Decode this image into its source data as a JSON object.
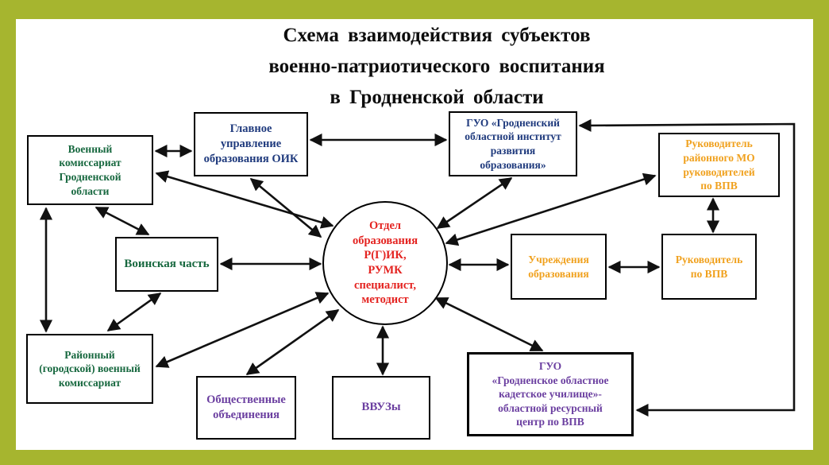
{
  "title": {
    "text": "Схема взаимодействия субъектов\nвоенно-патриотического воспитания\nв Гродненской области"
  },
  "colors": {
    "frame_green": "#a6b52f",
    "background": "#ffffff",
    "box_border": "#000000",
    "arrow": "#111111",
    "green_text": "#17683f",
    "blue_text": "#1f3a7d",
    "orange_text": "#f0a11e",
    "red_text": "#e42320",
    "purple_text": "#6b3fa0"
  },
  "nodes": {
    "military_commissariat_region": {
      "label": "Военный\nкомиссариат\nГродненской\nобласти",
      "color": "#17683f"
    },
    "main_education_dept": {
      "label": "Главное\nуправление\nобразования ОИК",
      "color": "#1f3a7d"
    },
    "institute": {
      "label": "ГУО «Гродненский\nобластной институт\nразвития\nобразования»",
      "color": "#1f3a7d"
    },
    "district_mo_head": {
      "label": "Руководитель\nрайонного МО\nруководителей\nпо ВПВ",
      "color": "#f0a11e"
    },
    "military_unit": {
      "label": "Воинская часть",
      "color": "#17683f"
    },
    "center": {
      "label": "Отдел\nобразования\nР(Г)ИК,\nРУМК\nспециалист,\nметодист",
      "color": "#e42320"
    },
    "education_institutions": {
      "label": "Учреждения\nобразования",
      "color": "#f0a11e"
    },
    "vpv_head": {
      "label": "Руководитель\nпо ВПВ",
      "color": "#f0a11e"
    },
    "district_commissariat": {
      "label": "Районный\n(городской) военный\nкомиссариат",
      "color": "#17683f"
    },
    "public_associations": {
      "label": "Общественные\nобъединения",
      "color": "#6b3fa0"
    },
    "military_universities": {
      "label": "ВВУЗы",
      "color": "#6b3fa0"
    },
    "cadet_school": {
      "label": "ГУО\n«Гродненское областное\nкадетское училище»-\nобластной ресурсный\nцентр по ВПВ",
      "color": "#6b3fa0"
    }
  }
}
